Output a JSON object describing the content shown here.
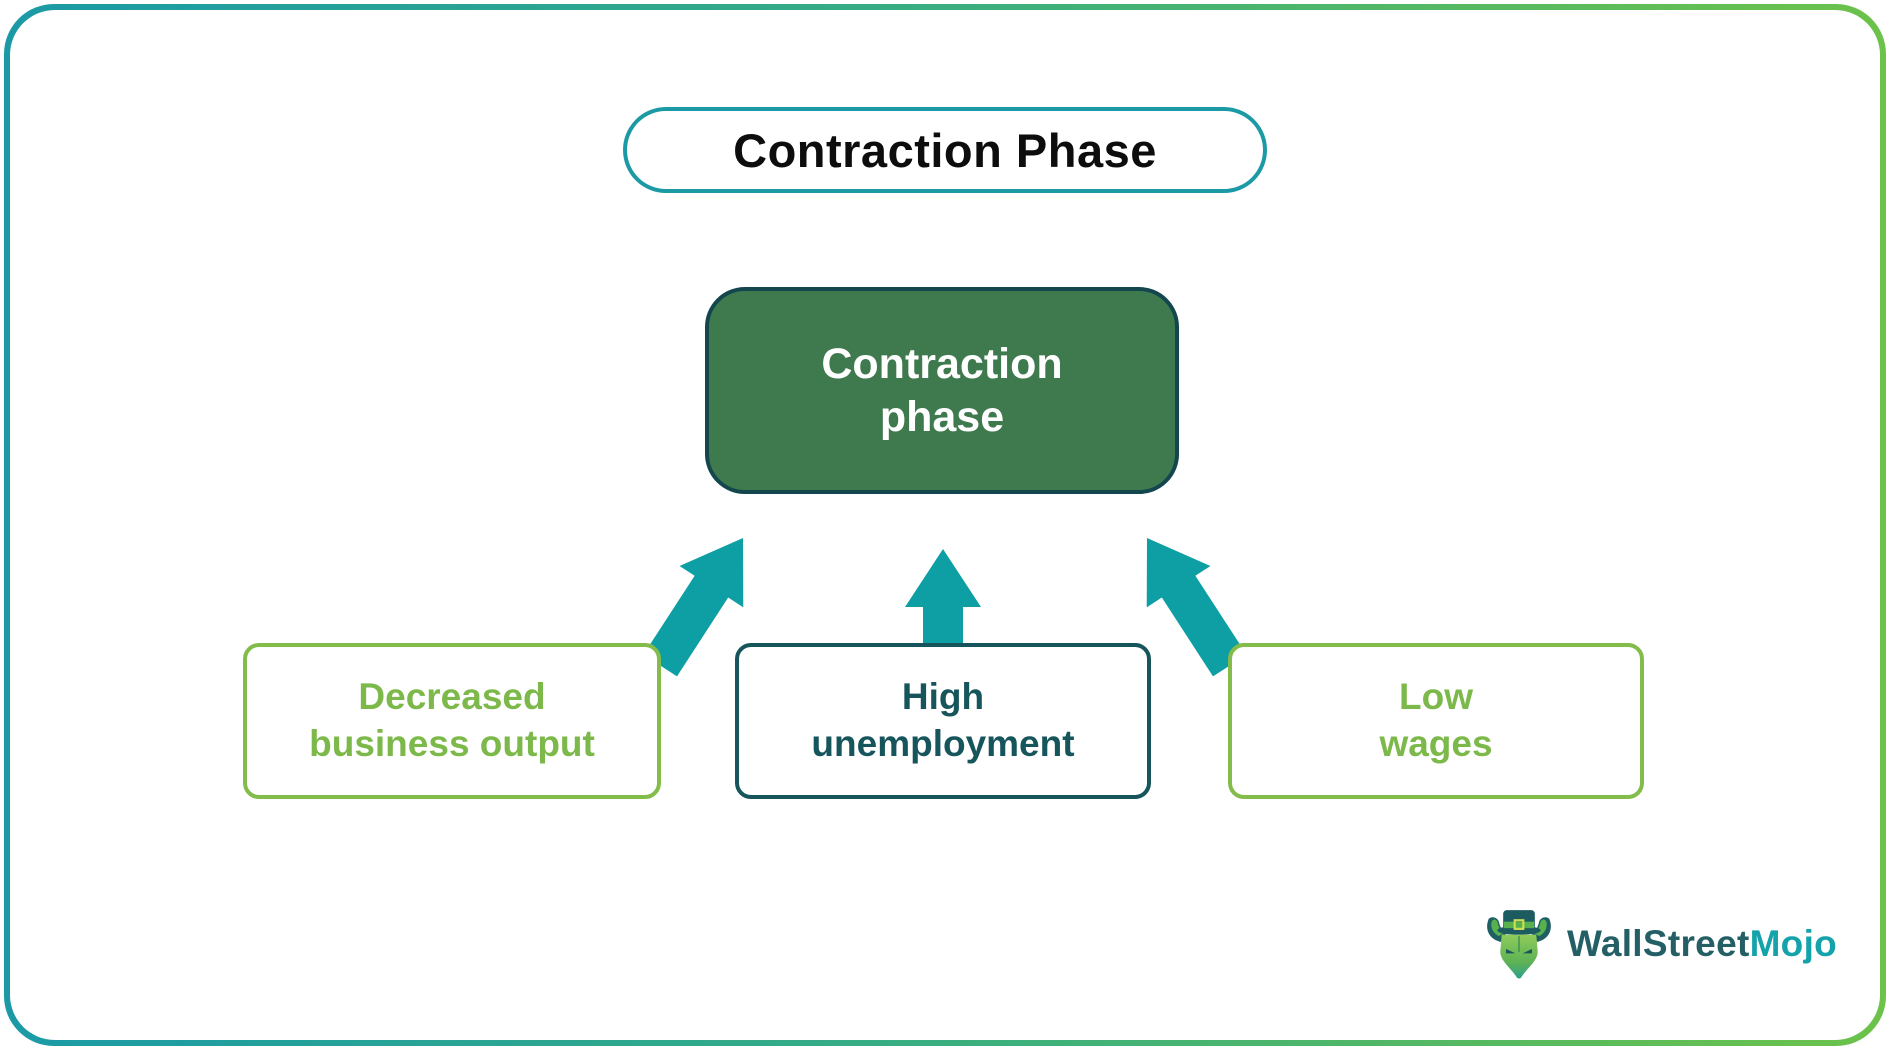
{
  "frame": {
    "gradient_start": "#1B9AA6",
    "gradient_end": "#6CC24A"
  },
  "header": {
    "title": "Contraction Phase",
    "pill_border_color": "#1B9AA6",
    "title_color": "#0D0D0D"
  },
  "diagram": {
    "center_node": {
      "line1": "Contraction",
      "line2": "phase",
      "fill": "#3F7A4E",
      "border_color": "#14464E",
      "text_color": "#FFFFFF"
    },
    "arrow_color": "#0D9FA4",
    "cause_nodes": [
      {
        "line1": "Decreased",
        "line2": "business output",
        "text_color": "#7CB94A",
        "border_color": "#84BC4B"
      },
      {
        "line1": "High",
        "line2": "unemployment",
        "text_color": "#17555C",
        "border_color": "#17555C"
      },
      {
        "line1": "Low",
        "line2": "wages",
        "text_color": "#7CB94A",
        "border_color": "#84BC4B"
      }
    ]
  },
  "branding": {
    "name_part1": "WallStreet",
    "name_part2": "Mojo",
    "part1_color": "#245F66",
    "part2_color": "#14A3AB"
  }
}
